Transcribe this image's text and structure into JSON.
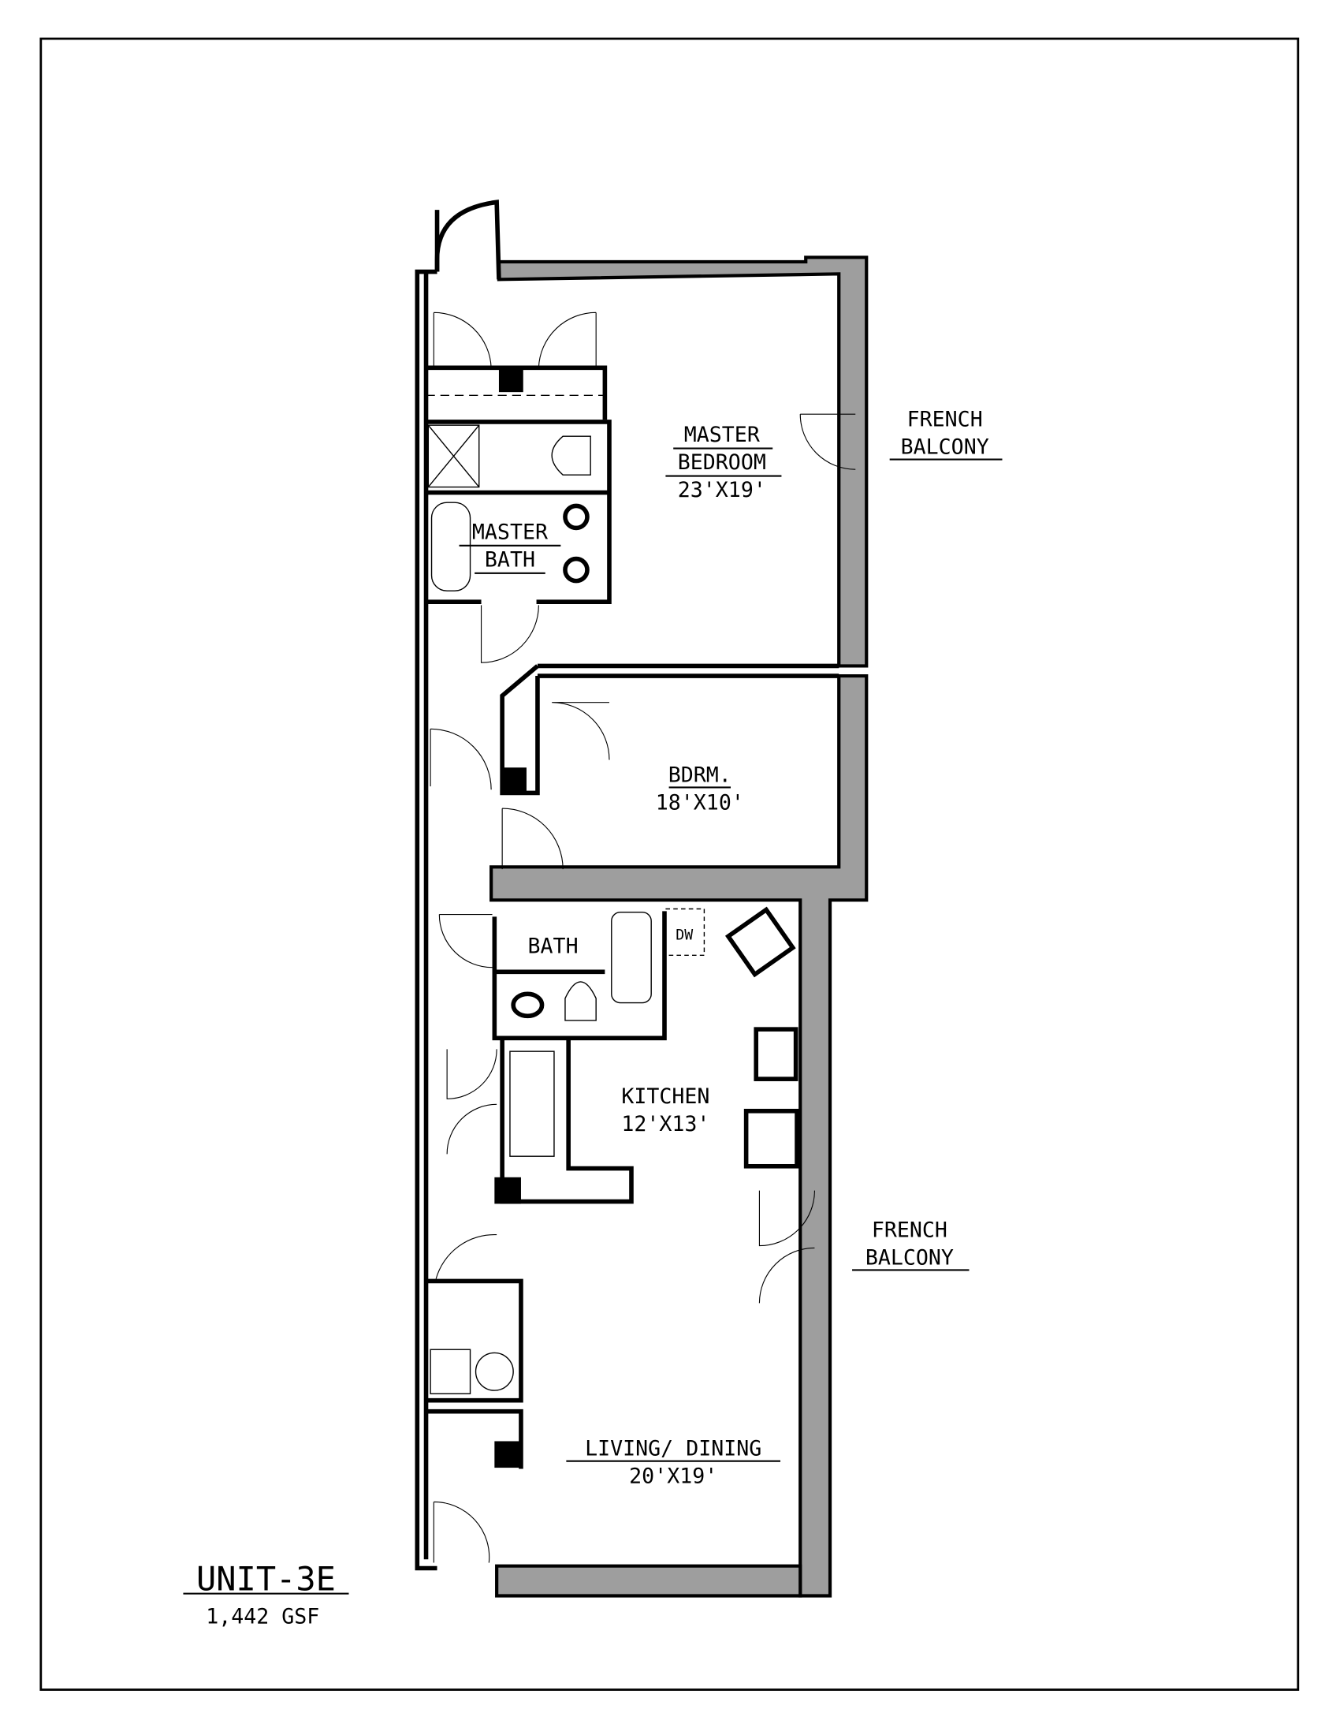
{
  "unit": {
    "name": "UNIT-3E",
    "area": "1,442 GSF"
  },
  "rooms": [
    {
      "name_lines": [
        "MASTER",
        "BEDROOM"
      ],
      "size": "23'X19'"
    },
    {
      "name_lines": [
        "MASTER",
        "BATH"
      ],
      "size": ""
    },
    {
      "name_lines": [
        "BDRM."
      ],
      "size": "18'X10'"
    },
    {
      "name_lines": [
        "BATH"
      ],
      "size": ""
    },
    {
      "name_lines": [
        "KITCHEN"
      ],
      "size": "12'X13'"
    },
    {
      "name_lines": [
        "LIVING/ DINING"
      ],
      "size": "20'X19'"
    }
  ],
  "balconies": [
    {
      "lines": [
        "FRENCH",
        "BALCONY"
      ]
    },
    {
      "lines": [
        "FRENCH",
        "BALCONY"
      ]
    }
  ],
  "fixtures": {
    "dishwasher": "DW"
  },
  "colors": {
    "wall_fill": "#9e9e9e",
    "line": "#000000"
  }
}
